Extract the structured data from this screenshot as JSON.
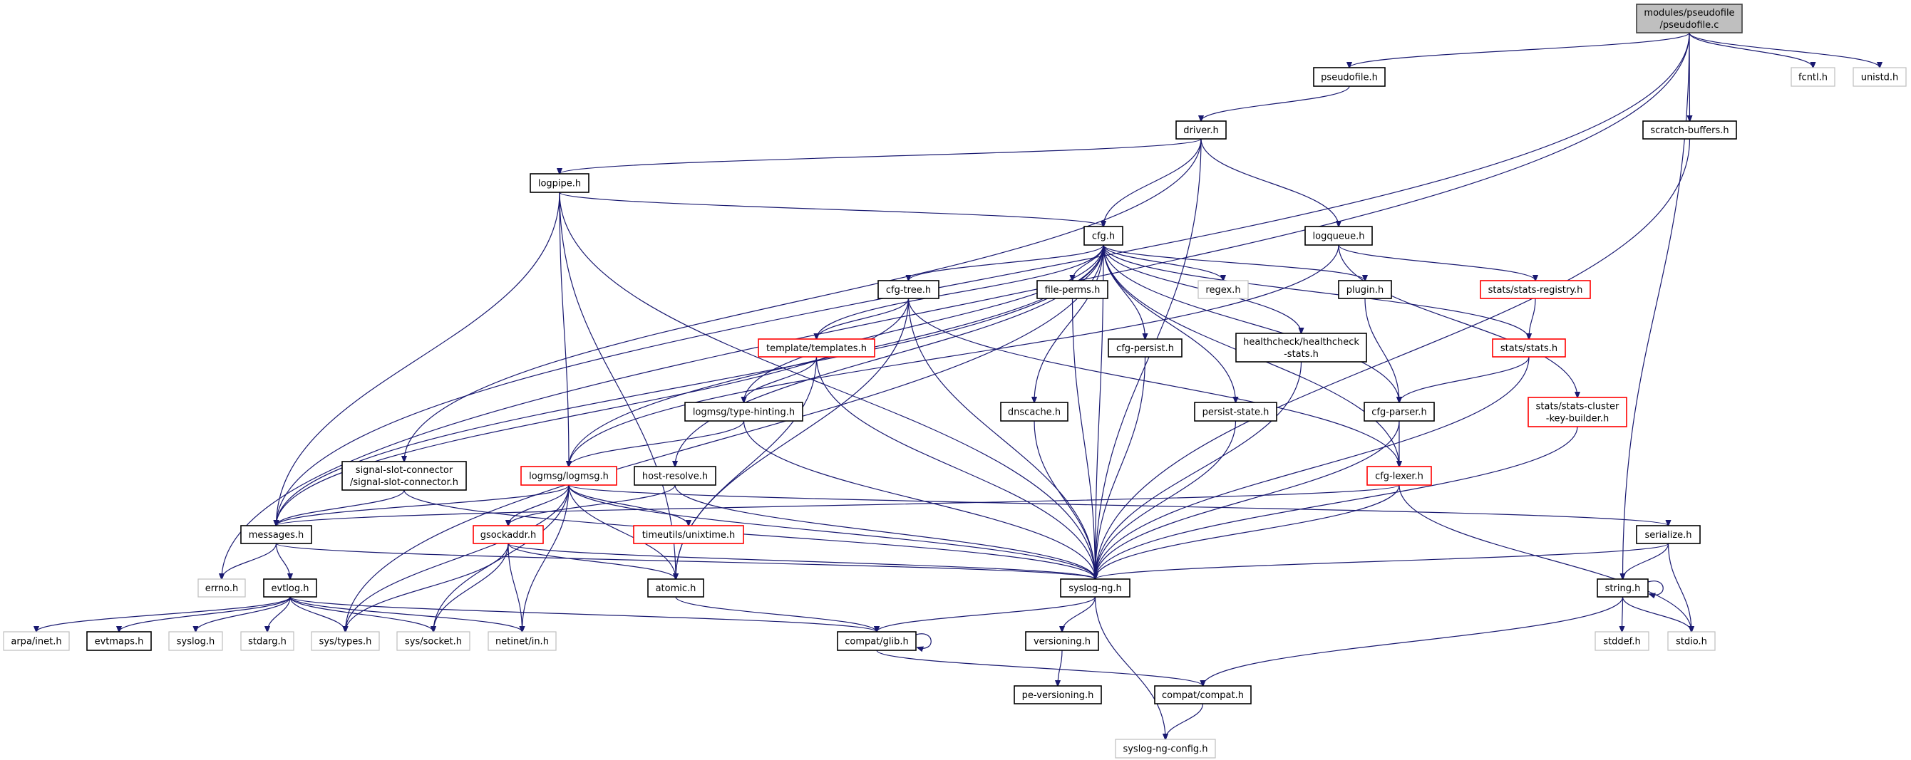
{
  "graph": {
    "colors": {
      "edge": "#191970",
      "root_fill": "#bfbfbf",
      "documented_border": "#000000",
      "external_border": "#bfbfbf",
      "truncated_border": "#ff0000"
    },
    "nodes": [
      {
        "id": "pseudofile_c",
        "lines": [
          "modules/pseudofile",
          "/pseudofile.c"
        ],
        "kind": "root"
      },
      {
        "id": "pseudofile_h",
        "lines": [
          "pseudofile.h"
        ],
        "kind": "documented"
      },
      {
        "id": "fcntl_h",
        "lines": [
          "fcntl.h"
        ],
        "kind": "external"
      },
      {
        "id": "unistd_h",
        "lines": [
          "unistd.h"
        ],
        "kind": "external"
      },
      {
        "id": "driver_h",
        "lines": [
          "driver.h"
        ],
        "kind": "documented"
      },
      {
        "id": "scratch_buffers_h",
        "lines": [
          "scratch-buffers.h"
        ],
        "kind": "documented"
      },
      {
        "id": "logpipe_h",
        "lines": [
          "logpipe.h"
        ],
        "kind": "documented"
      },
      {
        "id": "cfg_h",
        "lines": [
          "cfg.h"
        ],
        "kind": "documented"
      },
      {
        "id": "logqueue_h",
        "lines": [
          "logqueue.h"
        ],
        "kind": "documented"
      },
      {
        "id": "cfg_tree_h",
        "lines": [
          "cfg-tree.h"
        ],
        "kind": "documented"
      },
      {
        "id": "file_perms_h",
        "lines": [
          "file-perms.h"
        ],
        "kind": "documented"
      },
      {
        "id": "regex_h",
        "lines": [
          "regex.h"
        ],
        "kind": "external"
      },
      {
        "id": "plugin_h",
        "lines": [
          "plugin.h"
        ],
        "kind": "documented"
      },
      {
        "id": "stats_registry_h",
        "lines": [
          "stats/stats-registry.h"
        ],
        "kind": "truncated"
      },
      {
        "id": "templates_h",
        "lines": [
          "template/templates.h"
        ],
        "kind": "truncated"
      },
      {
        "id": "cfg_persist_h",
        "lines": [
          "cfg-persist.h"
        ],
        "kind": "documented"
      },
      {
        "id": "healthcheck_h",
        "lines": [
          "healthcheck/healthcheck",
          "-stats.h"
        ],
        "kind": "documented"
      },
      {
        "id": "stats_h",
        "lines": [
          "stats/stats.h"
        ],
        "kind": "truncated"
      },
      {
        "id": "type_hinting_h",
        "lines": [
          "logmsg/type-hinting.h"
        ],
        "kind": "documented"
      },
      {
        "id": "dnscache_h",
        "lines": [
          "dnscache.h"
        ],
        "kind": "documented"
      },
      {
        "id": "persist_state_h",
        "lines": [
          "persist-state.h"
        ],
        "kind": "documented"
      },
      {
        "id": "cfg_parser_h",
        "lines": [
          "cfg-parser.h"
        ],
        "kind": "documented"
      },
      {
        "id": "stats_cluster_kb_h",
        "lines": [
          "stats/stats-cluster",
          "-key-builder.h"
        ],
        "kind": "truncated"
      },
      {
        "id": "signal_slot_h",
        "lines": [
          "signal-slot-connector",
          "/signal-slot-connector.h"
        ],
        "kind": "documented"
      },
      {
        "id": "logmsg_h",
        "lines": [
          "logmsg/logmsg.h"
        ],
        "kind": "truncated"
      },
      {
        "id": "host_resolve_h",
        "lines": [
          "host-resolve.h"
        ],
        "kind": "documented"
      },
      {
        "id": "cfg_lexer_h",
        "lines": [
          "cfg-lexer.h"
        ],
        "kind": "truncated"
      },
      {
        "id": "messages_h",
        "lines": [
          "messages.h"
        ],
        "kind": "documented"
      },
      {
        "id": "gsockaddr_h",
        "lines": [
          "gsockaddr.h"
        ],
        "kind": "truncated"
      },
      {
        "id": "unixtime_h",
        "lines": [
          "timeutils/unixtime.h"
        ],
        "kind": "truncated"
      },
      {
        "id": "serialize_h",
        "lines": [
          "serialize.h"
        ],
        "kind": "documented"
      },
      {
        "id": "errno_h",
        "lines": [
          "errno.h"
        ],
        "kind": "external"
      },
      {
        "id": "evtlog_h",
        "lines": [
          "evtlog.h"
        ],
        "kind": "documented"
      },
      {
        "id": "atomic_h",
        "lines": [
          "atomic.h"
        ],
        "kind": "documented"
      },
      {
        "id": "syslog_ng_h",
        "lines": [
          "syslog-ng.h"
        ],
        "kind": "documented"
      },
      {
        "id": "string_h",
        "lines": [
          "string.h"
        ],
        "kind": "documented"
      },
      {
        "id": "arpa_inet_h",
        "lines": [
          "arpa/inet.h"
        ],
        "kind": "external"
      },
      {
        "id": "evtmaps_h",
        "lines": [
          "evtmaps.h"
        ],
        "kind": "documented"
      },
      {
        "id": "syslog_h",
        "lines": [
          "syslog.h"
        ],
        "kind": "external"
      },
      {
        "id": "stdarg_h",
        "lines": [
          "stdarg.h"
        ],
        "kind": "external"
      },
      {
        "id": "sys_types_h",
        "lines": [
          "sys/types.h"
        ],
        "kind": "external"
      },
      {
        "id": "sys_socket_h",
        "lines": [
          "sys/socket.h"
        ],
        "kind": "external"
      },
      {
        "id": "netinet_in_h",
        "lines": [
          "netinet/in.h"
        ],
        "kind": "external"
      },
      {
        "id": "compat_glib_h",
        "lines": [
          "compat/glib.h"
        ],
        "kind": "documented"
      },
      {
        "id": "versioning_h",
        "lines": [
          "versioning.h"
        ],
        "kind": "documented"
      },
      {
        "id": "stddef_h",
        "lines": [
          "stddef.h"
        ],
        "kind": "external"
      },
      {
        "id": "stdio_h",
        "lines": [
          "stdio.h"
        ],
        "kind": "external"
      },
      {
        "id": "pe_versioning_h",
        "lines": [
          "pe-versioning.h"
        ],
        "kind": "documented"
      },
      {
        "id": "compat_compat_h",
        "lines": [
          "compat/compat.h"
        ],
        "kind": "documented"
      },
      {
        "id": "syslog_ng_config_h",
        "lines": [
          "syslog-ng-config.h"
        ],
        "kind": "external"
      }
    ],
    "edges": [
      [
        "pseudofile_c",
        "errno_h"
      ],
      [
        "pseudofile_c",
        "messages_h"
      ],
      [
        "pseudofile_c",
        "pseudofile_h"
      ],
      [
        "pseudofile_c",
        "scratch_buffers_h"
      ],
      [
        "pseudofile_c",
        "string_h"
      ],
      [
        "pseudofile_c",
        "fcntl_h"
      ],
      [
        "pseudofile_c",
        "unistd_h"
      ],
      [
        "pseudofile_h",
        "driver_h"
      ],
      [
        "driver_h",
        "logpipe_h"
      ],
      [
        "driver_h",
        "signal_slot_h"
      ],
      [
        "driver_h",
        "cfg_h"
      ],
      [
        "driver_h",
        "logqueue_h"
      ],
      [
        "driver_h",
        "syslog_ng_h"
      ],
      [
        "scratch_buffers_h",
        "syslog_ng_h"
      ],
      [
        "logpipe_h",
        "cfg_h"
      ],
      [
        "logpipe_h",
        "messages_h"
      ],
      [
        "logpipe_h",
        "logmsg_h"
      ],
      [
        "logpipe_h",
        "atomic_h"
      ],
      [
        "logpipe_h",
        "syslog_ng_h"
      ],
      [
        "cfg_h",
        "sys_types_h"
      ],
      [
        "cfg_h",
        "messages_h"
      ],
      [
        "cfg_h",
        "logmsg_h"
      ],
      [
        "cfg_h",
        "type_hinting_h"
      ],
      [
        "cfg_h",
        "templates_h"
      ],
      [
        "cfg_h",
        "cfg_tree_h"
      ],
      [
        "cfg_h",
        "host_resolve_h"
      ],
      [
        "cfg_h",
        "file_perms_h"
      ],
      [
        "cfg_h",
        "regex_h"
      ],
      [
        "cfg_h",
        "plugin_h"
      ],
      [
        "cfg_h",
        "cfg_persist_h"
      ],
      [
        "cfg_h",
        "healthcheck_h"
      ],
      [
        "cfg_h",
        "persist_state_h"
      ],
      [
        "cfg_h",
        "dnscache_h"
      ],
      [
        "cfg_h",
        "cfg_parser_h"
      ],
      [
        "cfg_h",
        "cfg_lexer_h"
      ],
      [
        "cfg_h",
        "stats_h"
      ],
      [
        "cfg_h",
        "syslog_ng_h"
      ],
      [
        "logqueue_h",
        "stats_registry_h"
      ],
      [
        "logqueue_h",
        "stats_cluster_kb_h"
      ],
      [
        "logqueue_h",
        "logmsg_h"
      ],
      [
        "cfg_tree_h",
        "templates_h"
      ],
      [
        "cfg_tree_h",
        "messages_h"
      ],
      [
        "cfg_tree_h",
        "atomic_h"
      ],
      [
        "cfg_tree_h",
        "syslog_ng_h"
      ],
      [
        "cfg_tree_h",
        "cfg_lexer_h"
      ],
      [
        "templates_h",
        "type_hinting_h"
      ],
      [
        "templates_h",
        "atomic_h"
      ],
      [
        "templates_h",
        "syslog_ng_h"
      ],
      [
        "type_hinting_h",
        "logmsg_h"
      ],
      [
        "type_hinting_h",
        "syslog_ng_h"
      ],
      [
        "signal_slot_h",
        "messages_h"
      ],
      [
        "signal_slot_h",
        "syslog_ng_h"
      ],
      [
        "logmsg_h",
        "messages_h"
      ],
      [
        "logmsg_h",
        "gsockaddr_h"
      ],
      [
        "logmsg_h",
        "unixtime_h"
      ],
      [
        "logmsg_h",
        "atomic_h"
      ],
      [
        "logmsg_h",
        "sys_types_h"
      ],
      [
        "logmsg_h",
        "sys_socket_h"
      ],
      [
        "logmsg_h",
        "netinet_in_h"
      ],
      [
        "logmsg_h",
        "serialize_h"
      ],
      [
        "logmsg_h",
        "syslog_ng_h"
      ],
      [
        "host_resolve_h",
        "gsockaddr_h"
      ],
      [
        "host_resolve_h",
        "syslog_ng_h"
      ],
      [
        "messages_h",
        "errno_h"
      ],
      [
        "messages_h",
        "evtlog_h"
      ],
      [
        "messages_h",
        "syslog_ng_h"
      ],
      [
        "gsockaddr_h",
        "atomic_h"
      ],
      [
        "gsockaddr_h",
        "sys_types_h"
      ],
      [
        "gsockaddr_h",
        "sys_socket_h"
      ],
      [
        "gsockaddr_h",
        "netinet_in_h"
      ],
      [
        "gsockaddr_h",
        "syslog_ng_h"
      ],
      [
        "evtlog_h",
        "arpa_inet_h"
      ],
      [
        "evtlog_h",
        "evtmaps_h"
      ],
      [
        "evtlog_h",
        "syslog_h"
      ],
      [
        "evtlog_h",
        "stdarg_h"
      ],
      [
        "evtlog_h",
        "sys_types_h"
      ],
      [
        "evtlog_h",
        "sys_socket_h"
      ],
      [
        "evtlog_h",
        "netinet_in_h"
      ],
      [
        "evtlog_h",
        "compat_glib_h"
      ],
      [
        "atomic_h",
        "compat_glib_h"
      ],
      [
        "file_perms_h",
        "syslog_ng_h"
      ],
      [
        "cfg_persist_h",
        "syslog_ng_h"
      ],
      [
        "healthcheck_h",
        "syslog_ng_h"
      ],
      [
        "dnscache_h",
        "syslog_ng_h"
      ],
      [
        "persist_state_h",
        "syslog_ng_h"
      ],
      [
        "plugin_h",
        "cfg_parser_h"
      ],
      [
        "stats_registry_h",
        "stats_h"
      ],
      [
        "stats_h",
        "cfg_parser_h"
      ],
      [
        "stats_h",
        "syslog_ng_h"
      ],
      [
        "cfg_parser_h",
        "cfg_lexer_h"
      ],
      [
        "cfg_parser_h",
        "syslog_ng_h"
      ],
      [
        "cfg_lexer_h",
        "messages_h"
      ],
      [
        "cfg_lexer_h",
        "syslog_ng_h"
      ],
      [
        "cfg_lexer_h",
        "stdio_h"
      ],
      [
        "stats_cluster_kb_h",
        "syslog_ng_h"
      ],
      [
        "serialize_h",
        "syslog_ng_h"
      ],
      [
        "serialize_h",
        "string_h"
      ],
      [
        "serialize_h",
        "stdio_h"
      ],
      [
        "syslog_ng_h",
        "compat_glib_h"
      ],
      [
        "syslog_ng_h",
        "versioning_h"
      ],
      [
        "syslog_ng_h",
        "syslog_ng_config_h"
      ],
      [
        "string_h",
        "string_h"
      ],
      [
        "string_h",
        "stddef_h"
      ],
      [
        "string_h",
        "stdio_h"
      ],
      [
        "string_h",
        "compat_compat_h"
      ],
      [
        "compat_glib_h",
        "compat_glib_h"
      ],
      [
        "compat_glib_h",
        "compat_compat_h"
      ],
      [
        "versioning_h",
        "pe_versioning_h"
      ],
      [
        "compat_compat_h",
        "syslog_ng_config_h"
      ]
    ]
  }
}
